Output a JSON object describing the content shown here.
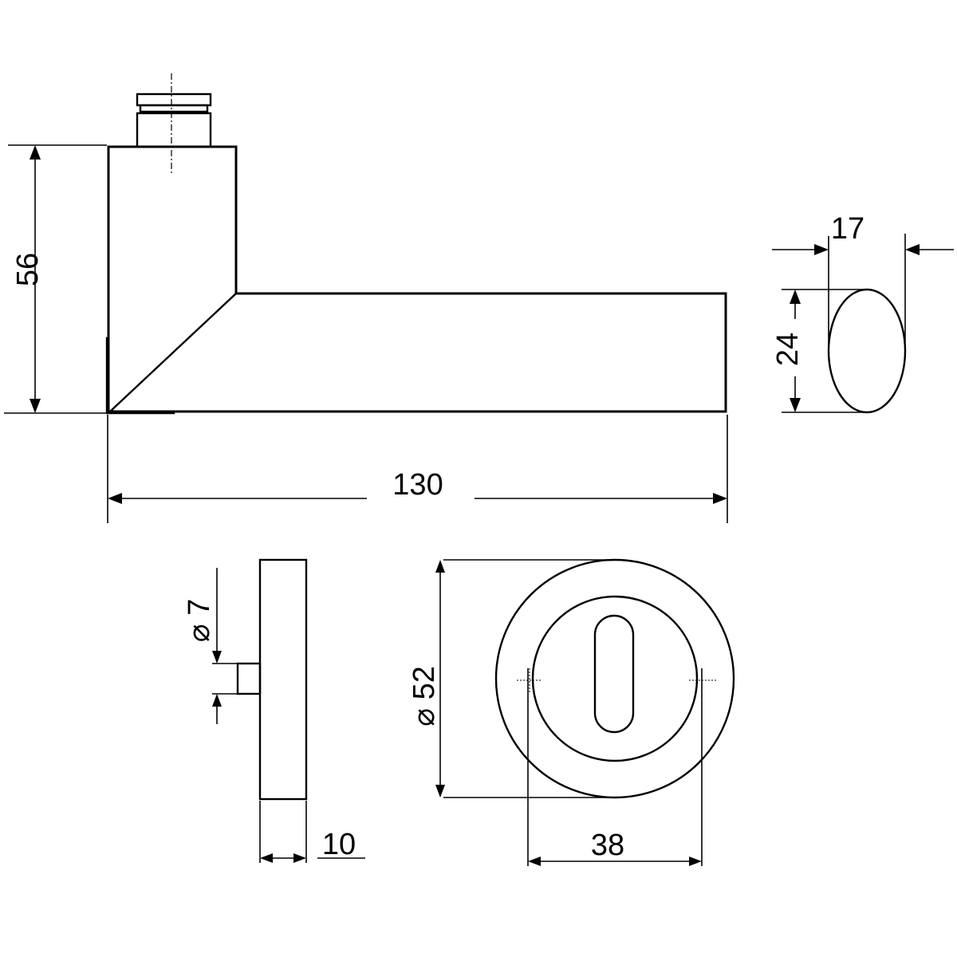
{
  "dimensions": {
    "height_56": "56",
    "length_130": "130",
    "width_17": "17",
    "section_24": "24",
    "spindle_label": "⌀ 7",
    "rose_dia_label": "⌀ 52",
    "rose_thickness": "10",
    "screw_spacing": "38"
  }
}
